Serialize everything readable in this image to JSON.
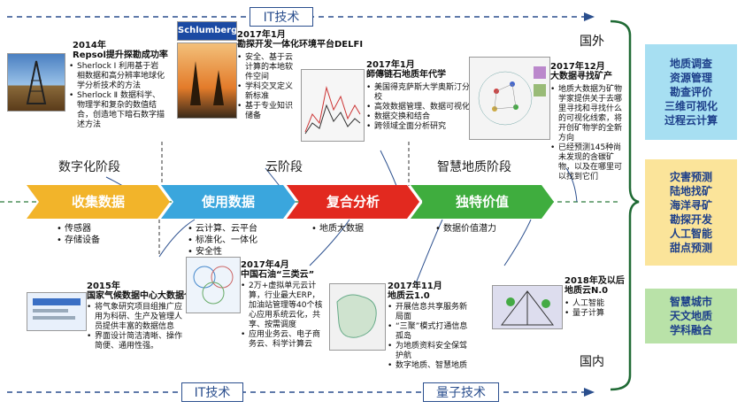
{
  "it_top": "IT技术",
  "it_bottom": "IT技术",
  "quantum": "量子技术",
  "abroad": "国外",
  "domestic": "国内",
  "phases": [
    "数字化阶段",
    "云阶段",
    "智慧地质阶段"
  ],
  "stages": [
    "收集数据",
    "使用数据",
    "复合分析",
    "独特价值"
  ],
  "stage_items": {
    "s1": [
      "传感器",
      "存储设备"
    ],
    "s2": [
      "云计算、云平台",
      "标准化、一体化",
      "安全性"
    ],
    "s3": [
      "地质大数据"
    ],
    "s4": [
      "数据价值潜力"
    ]
  },
  "logo_text": "Schlumberger",
  "top_events": [
    {
      "title": "2014年\nRepsol提升探勘成功率",
      "items": [
        "Sherlock Ⅰ 利用基于岩相数据和高分辨率地球化学分析技术的方法",
        "Sherlock Ⅱ 数据科学、物理学和复杂的数值结合，创造地下暗石数字描述方法"
      ]
    },
    {
      "title": "2017年1月\n勘探开发一体化环境平台DELFI",
      "items": [
        "安全、基于云计算的本地软件空间",
        "学科交叉定义新标准",
        "基于专业知识储备"
      ]
    },
    {
      "title": "2017年1月\n師傳链石地质年代学",
      "items": [
        "美国得克萨斯大学奥斯汀分校",
        "高效数据管理、数据可视化",
        "数据交换和结合",
        "跨领域全面分析研究"
      ]
    },
    {
      "title": "2017年12月\n大数据寻找矿产",
      "items": [
        "地质大数据为矿物学家提供关于去哪里寻找和寻找什么的可视化线索，将开创矿物学的全新方向",
        "已经预测145种尚未发现的含碳矿物，以及在哪里可以找到它们"
      ]
    }
  ],
  "bottom_events": [
    {
      "title": "2015年\n国家气候数据中心大数据仓库",
      "items": [
        "将气象研究项目组推广应用为科研、生产及管理人员提供丰富的数据信息",
        "界面设计简洁清晰、操作简便、通用性强。"
      ]
    },
    {
      "title": "2017年4月\n中国石油“三类云”",
      "items": [
        "2万+虚拟单元云计算，行业最大ERP，加油站管理等40个核心应用系统云化，共享、按需调度",
        "应用业务云、电子商务云、科学计算云"
      ]
    },
    {
      "title": "2017年11月\n地质云1.0",
      "items": [
        "开展信息共享服务新局面",
        "“三聚”模式打通信息孤岛",
        "为地质资料安全保驾护航",
        "数字地质、智慧地质"
      ]
    },
    {
      "title": "2018年及以后\n地质云N.0",
      "items": [
        "人工智能",
        "量子计算"
      ]
    }
  ],
  "side_boxes": [
    {
      "lines": [
        "地质调查",
        "资源管理",
        "勘查评价",
        "三维可视化",
        "过程云计算"
      ],
      "bg": "#a7dff2"
    },
    {
      "lines": [
        "灾害预测",
        "陆地找矿",
        "海洋寻矿",
        "勘探开发",
        "人工智能",
        "甜点预测"
      ],
      "bg": "#fbe49a"
    },
    {
      "lines": [
        "智慧城市",
        "天文地质",
        "学科融合"
      ],
      "bg": "#b9e2a8"
    }
  ],
  "colors": {
    "stage1": "#f2b42a",
    "stage2": "#3aa6dd",
    "stage3": "#e2291f",
    "stage4": "#3fad3e",
    "accent": "#2b4f8e"
  }
}
